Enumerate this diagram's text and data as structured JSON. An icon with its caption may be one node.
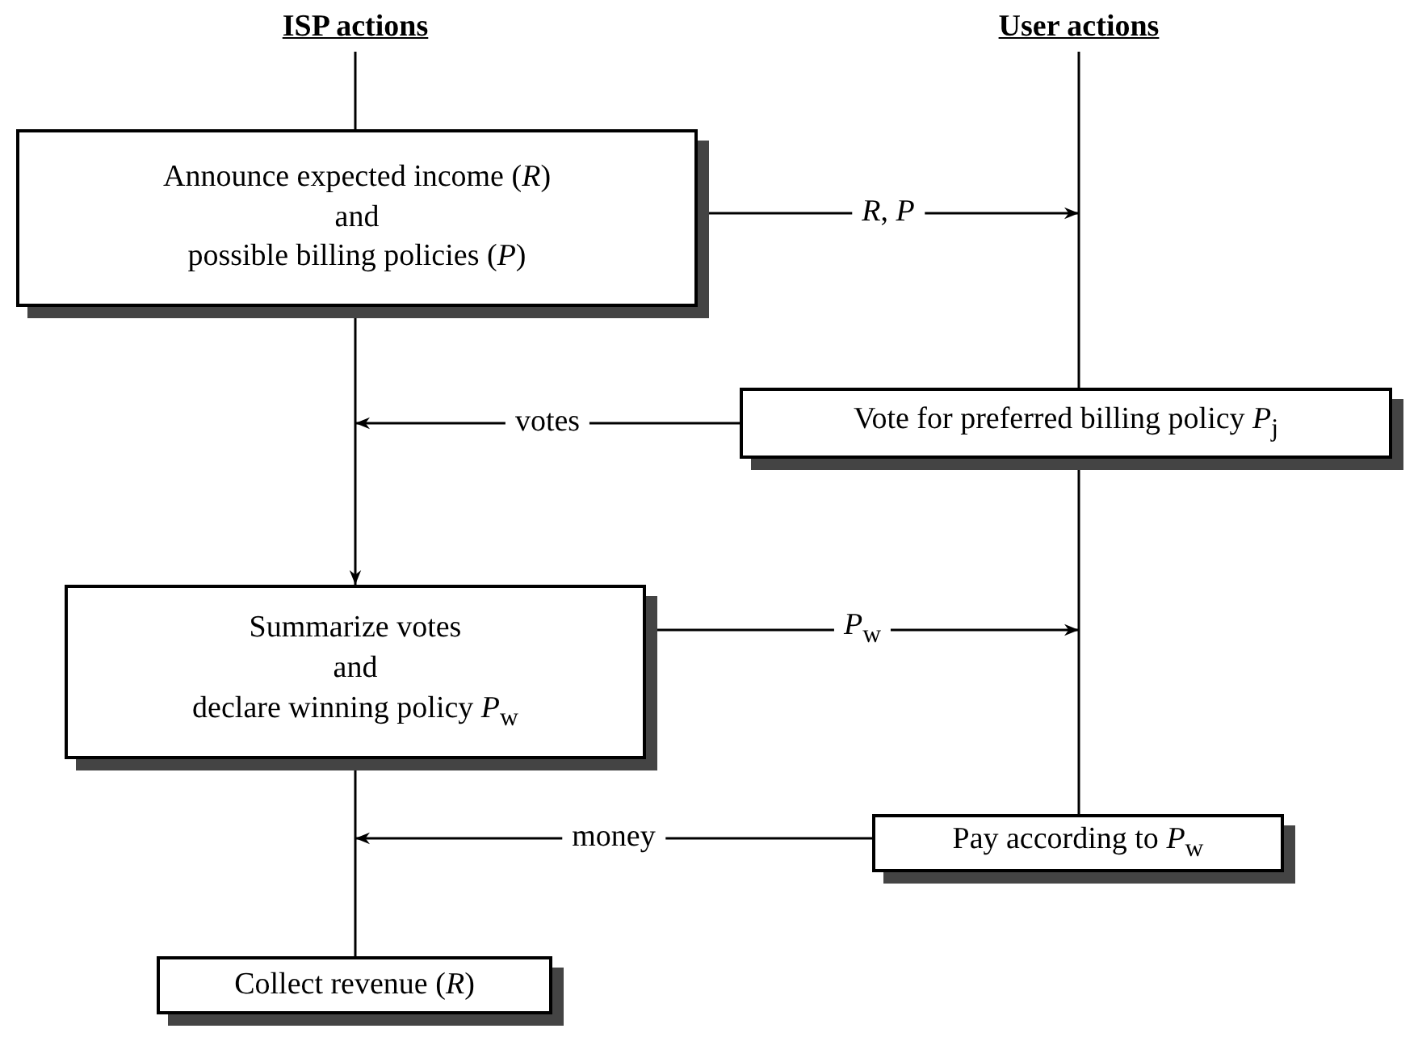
{
  "diagram": {
    "nodes": [
      {
        "text": [
          "ISP actions"
        ]
      },
      {
        "text": [
          "User actions"
        ]
      },
      {
        "text": [
          "Announce expected income (*R*)",
          "and",
          "possible billing policies (*P*)"
        ]
      },
      {
        "text": [
          "Vote for preferred billing policy *P*$_{j}$"
        ]
      },
      {
        "text": [
          "Summarize votes",
          "and",
          "declare winning policy *P*$_{w}$"
        ]
      },
      {
        "text": [
          "Pay according to *P*$_{w}$"
        ]
      },
      {
        "text": [
          "Collect revenue (*R*)"
        ]
      }
    ],
    "edges": [
      {
        "from": 0,
        "to": 2,
        "arrow": "none"
      },
      {
        "from": 2,
        "to": 4,
        "arrow": "to"
      },
      {
        "from": 4,
        "to": 6,
        "arrow": "none"
      },
      {
        "from": 1,
        "to": 3,
        "arrow": "none"
      },
      {
        "from": 3,
        "to": 5,
        "arrow": "none"
      },
      {
        "from": 2,
        "to": null,
        "arrow": "to",
        "label": "*R*, *P*"
      },
      {
        "from": 3,
        "to": null,
        "arrow": "to",
        "label": "votes"
      },
      {
        "from": 4,
        "to": null,
        "arrow": "to",
        "label": "*P*$_{w}$"
      },
      {
        "from": 5,
        "to": null,
        "arrow": "to",
        "label": "money"
      }
    ]
  }
}
